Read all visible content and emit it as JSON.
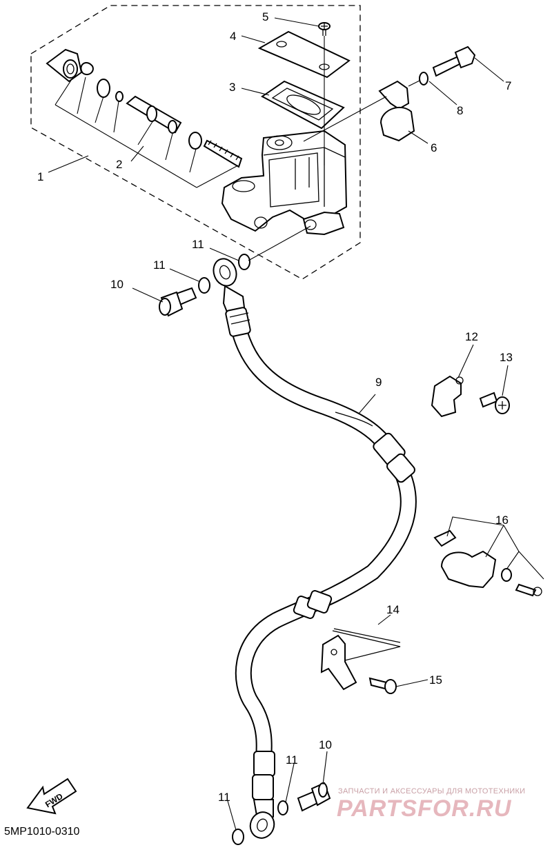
{
  "diagram_code": "5MP1010-0310",
  "fwd_label": "FWD",
  "watermark": {
    "tagline": "ЗАПЧАСТИ И АКСЕССУАРЫ ДЛЯ МОТОТЕХНИКИ",
    "logo": "PARTSFOR.RU"
  },
  "callouts": [
    {
      "id": "c1",
      "text": "1"
    },
    {
      "id": "c2",
      "text": "2"
    },
    {
      "id": "c3",
      "text": "3"
    },
    {
      "id": "c4",
      "text": "4"
    },
    {
      "id": "c5",
      "text": "5"
    },
    {
      "id": "c6",
      "text": "6"
    },
    {
      "id": "c7",
      "text": "7"
    },
    {
      "id": "c8",
      "text": "8"
    },
    {
      "id": "c9",
      "text": "9"
    },
    {
      "id": "c10a",
      "text": "10"
    },
    {
      "id": "c10b",
      "text": "10"
    },
    {
      "id": "c11a",
      "text": "11"
    },
    {
      "id": "c11b",
      "text": "11"
    },
    {
      "id": "c11c",
      "text": "11"
    },
    {
      "id": "c11d",
      "text": "11"
    },
    {
      "id": "c12",
      "text": "12"
    },
    {
      "id": "c13",
      "text": "13"
    },
    {
      "id": "c14",
      "text": "14"
    },
    {
      "id": "c15",
      "text": "15"
    },
    {
      "id": "c16",
      "text": "16"
    }
  ]
}
